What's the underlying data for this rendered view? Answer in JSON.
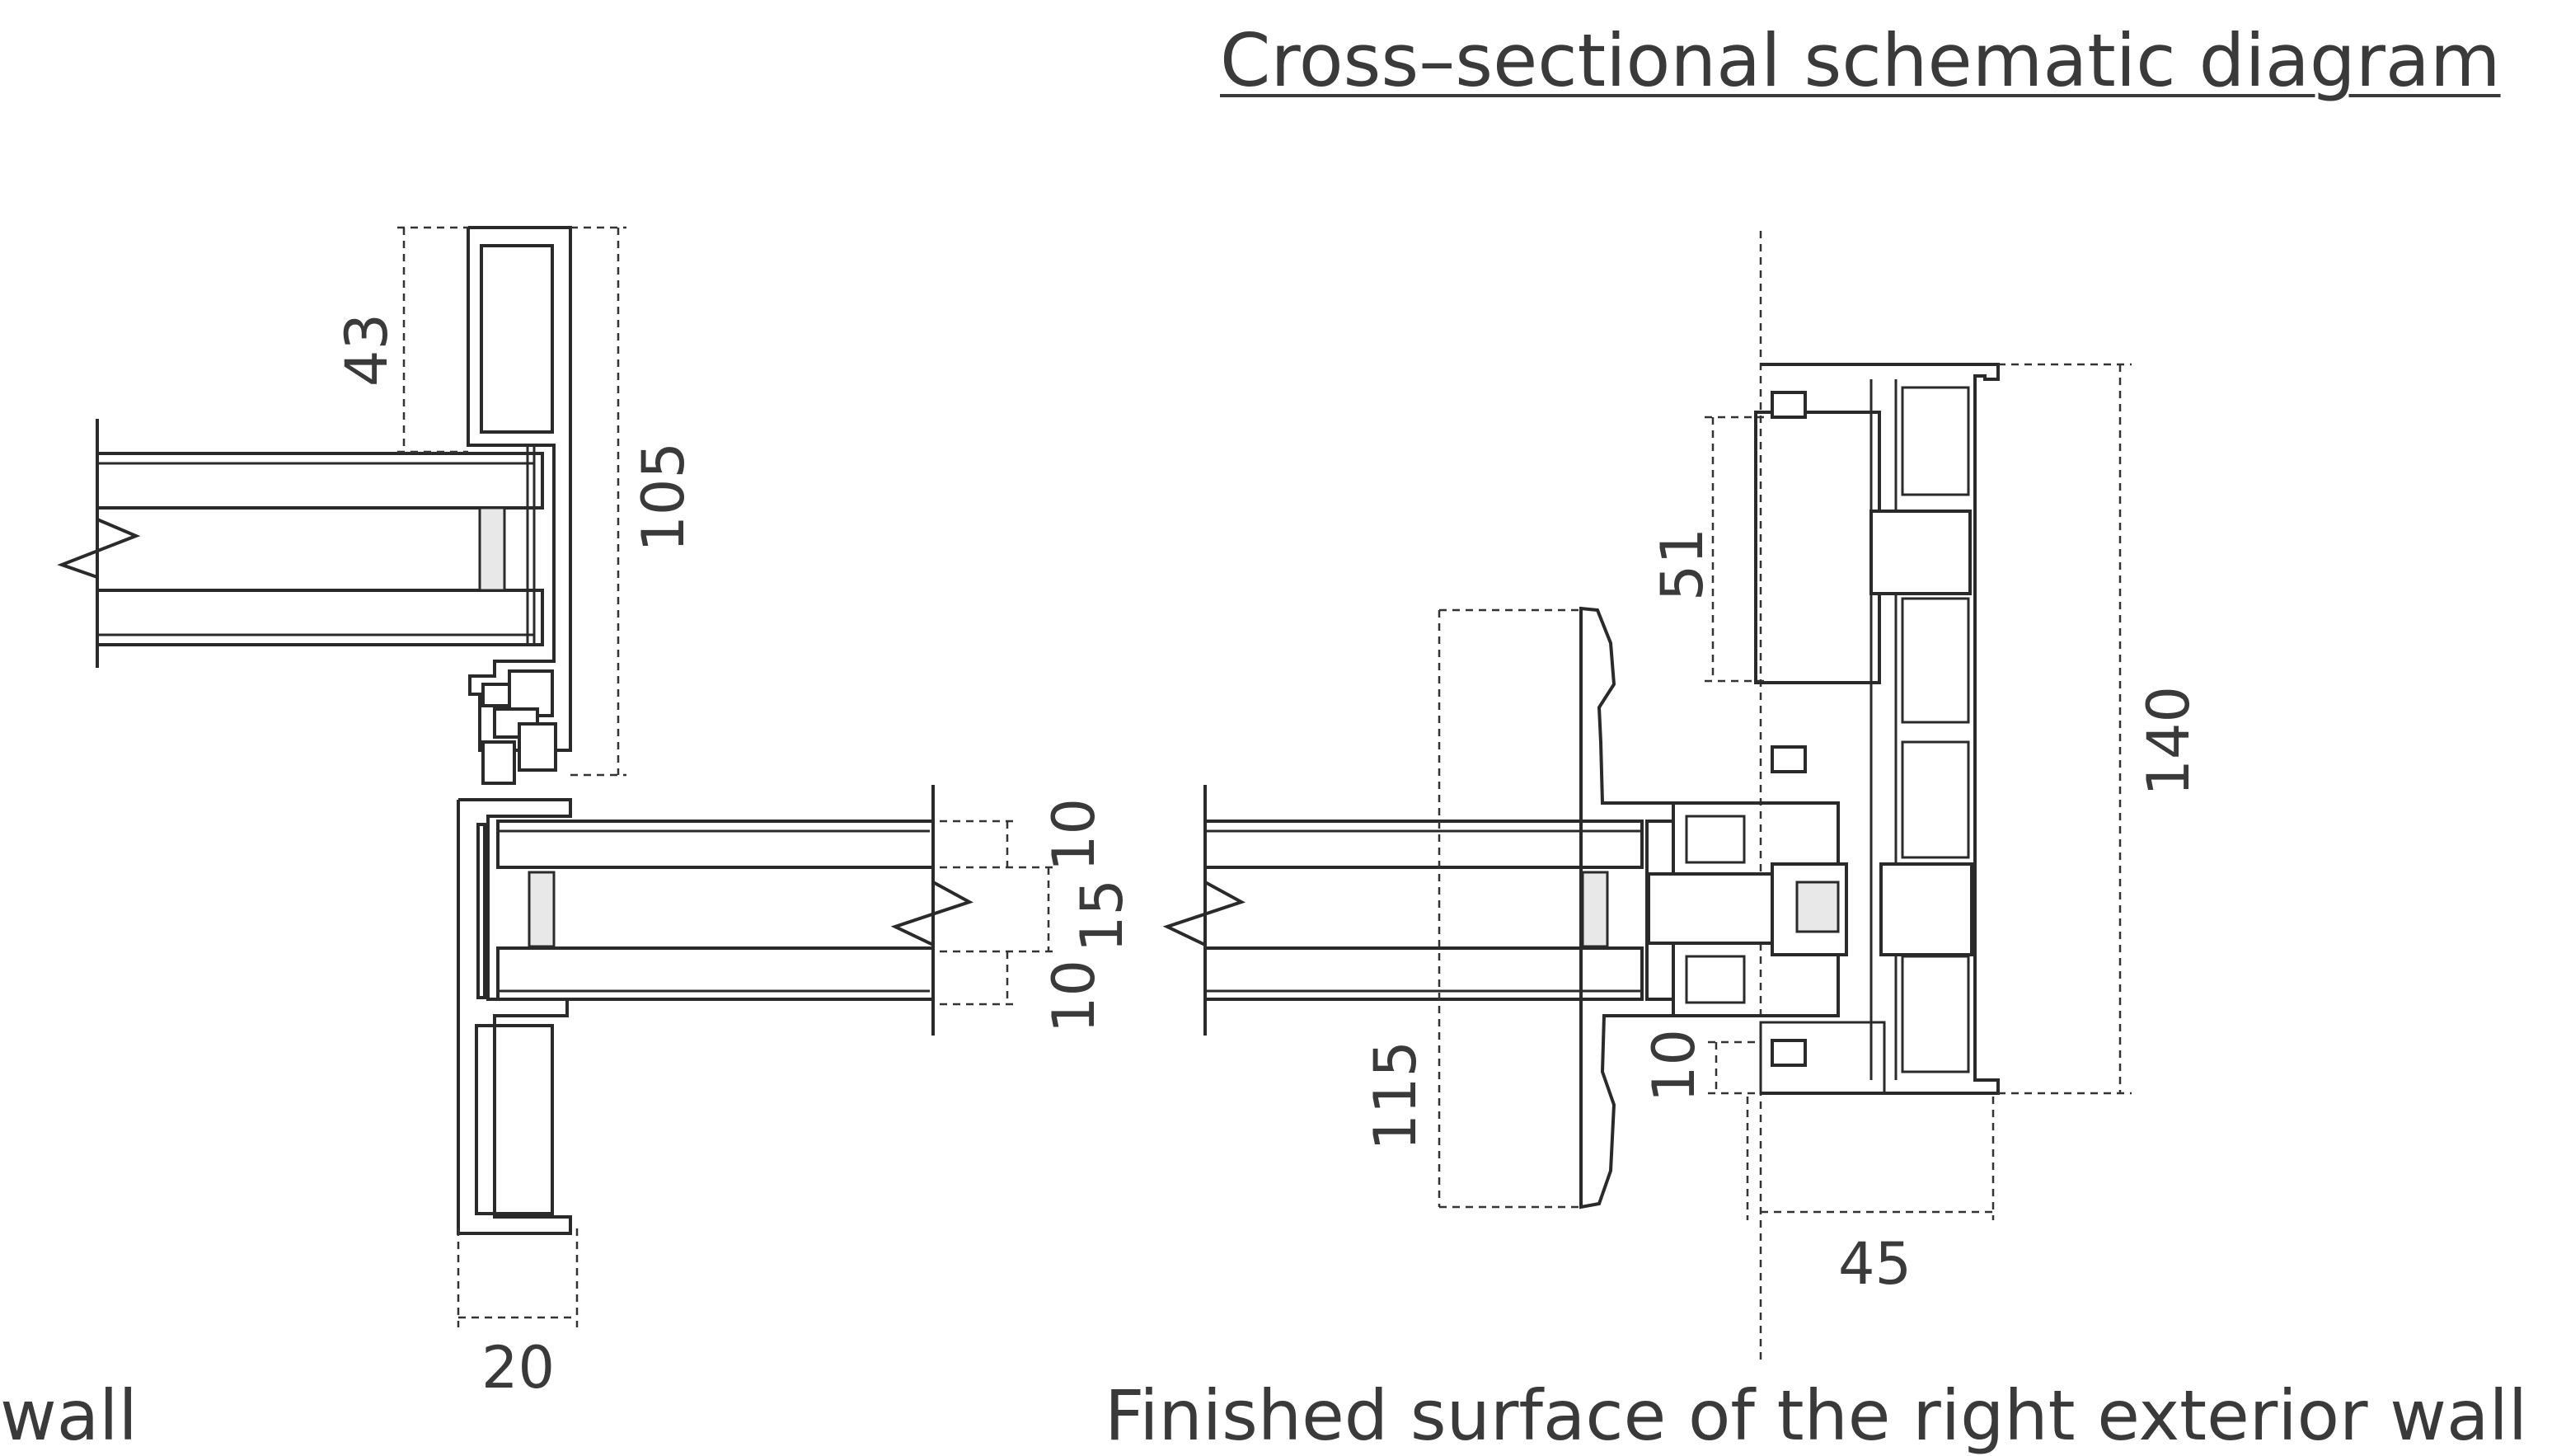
{
  "title": "Cross–sectional schematic diagram",
  "captions": {
    "left": "wall",
    "right": "Finished surface of the right exterior wall"
  },
  "left_section": {
    "dims": {
      "top_height": "43",
      "frame_height": "105",
      "frame_width": "20",
      "glass_upper": "10",
      "glass_gap": "15",
      "glass_lower": "10"
    }
  },
  "right_section": {
    "dims": {
      "depth": "51",
      "height": "140",
      "cover": "115",
      "offset": "10",
      "width": "45"
    }
  }
}
